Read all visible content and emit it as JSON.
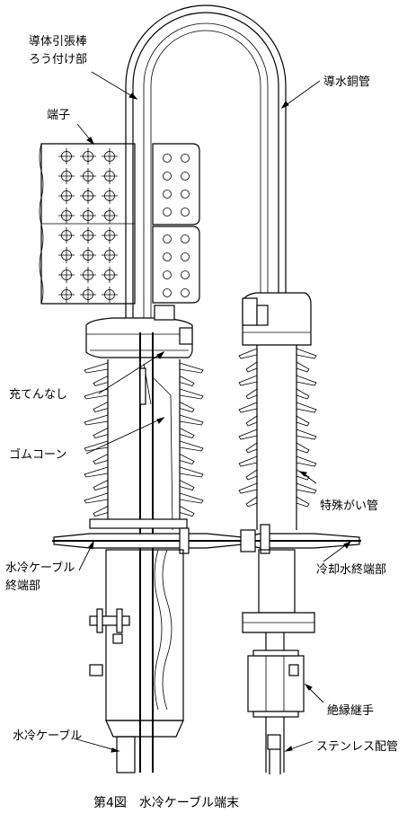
{
  "labels": {
    "rod_brazed_line1": "導体引張棒",
    "rod_brazed_line2": "ろう付け部",
    "copper_water_tube": "導水銅管",
    "terminal": "端子",
    "no_filling": "充てんなし",
    "rubber_cone": "ゴムコーン",
    "special_bushing": "特殊がい管",
    "water_cooled_term_line1": "水冷ケーブル",
    "water_cooled_term_line2": "終端部",
    "cooling_water_term": "冷却水終端部",
    "insulating_joint": "絶縁継手",
    "water_cooled_cable": "水冷ケーブル",
    "stainless_piping": "ステンレス配管"
  },
  "caption": "第4図　水冷ケーブル端末"
}
